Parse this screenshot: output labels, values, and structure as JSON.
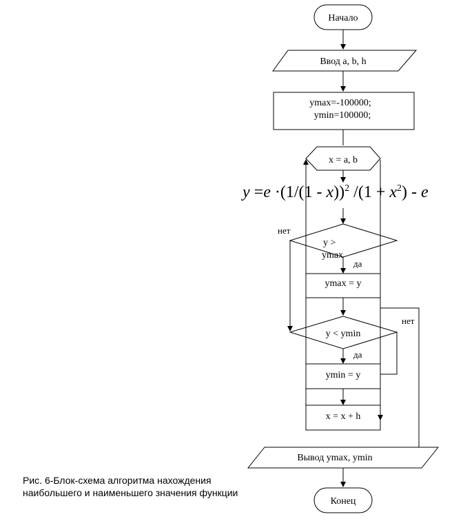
{
  "nodes": {
    "start": "Начало",
    "input": "Ввод a, b, h",
    "init_line1": "ymax=-100000;",
    "init_line2": "ymin=100000;",
    "loop": "x = a, b",
    "cond_max_line1": "y >",
    "cond_max_line2": "ymax",
    "assign_max": "ymax = y",
    "cond_min": "y < ymin",
    "assign_min": "ymin = y",
    "increment": "x = x + h",
    "output": "Вывод ymax, ymin",
    "end": "Конец"
  },
  "labels": {
    "no_1": "нет",
    "yes_1": "да",
    "no_2": "нет",
    "yes_2": "да"
  },
  "formula": {
    "y": "y",
    "eq": " =",
    "e": "e",
    "dot": " ·",
    "p1": "(1/(1 - ",
    "x": "x",
    "p2": "))",
    "sq1": "2",
    "p3": " /(1 + ",
    "x2": "x",
    "sq2": "2",
    "p4": ") - ",
    "e2": "e"
  },
  "caption": {
    "line1": "Рис.  6-Блок-схема алгоритма нахождения",
    "line2": "наибольшего и наименьшего значения функции"
  }
}
